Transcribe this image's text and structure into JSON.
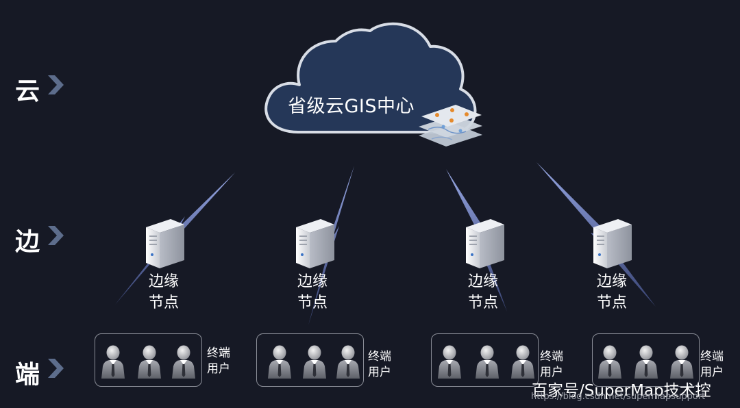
{
  "tiers": [
    {
      "label": "云"
    },
    {
      "label": "边"
    },
    {
      "label": "端"
    }
  ],
  "cloud": {
    "title": "省级云GIS中心"
  },
  "edge_nodes": [
    {
      "line1": "边缘",
      "line2": "节点"
    },
    {
      "line1": "边缘",
      "line2": "节点"
    },
    {
      "line1": "边缘",
      "line2": "节点"
    },
    {
      "line1": "边缘",
      "line2": "节点"
    }
  ],
  "user_groups": [
    {
      "line1": "终端",
      "line2": "用户"
    },
    {
      "line1": "终端",
      "line2": "用户"
    },
    {
      "line1": "终端",
      "line2": "用户"
    },
    {
      "line1": "终端",
      "line2": "用户"
    }
  ],
  "watermark": {
    "main": "百家号/SuperMap技术控",
    "url": "https://blog.csdn.net/supermapsupport"
  },
  "colors": {
    "background": "#161925",
    "cloud_fill": "#253758",
    "cloud_outline": "#d8dde6",
    "lightning": "#7a8fd6",
    "chevron": "#5d6d8c"
  }
}
